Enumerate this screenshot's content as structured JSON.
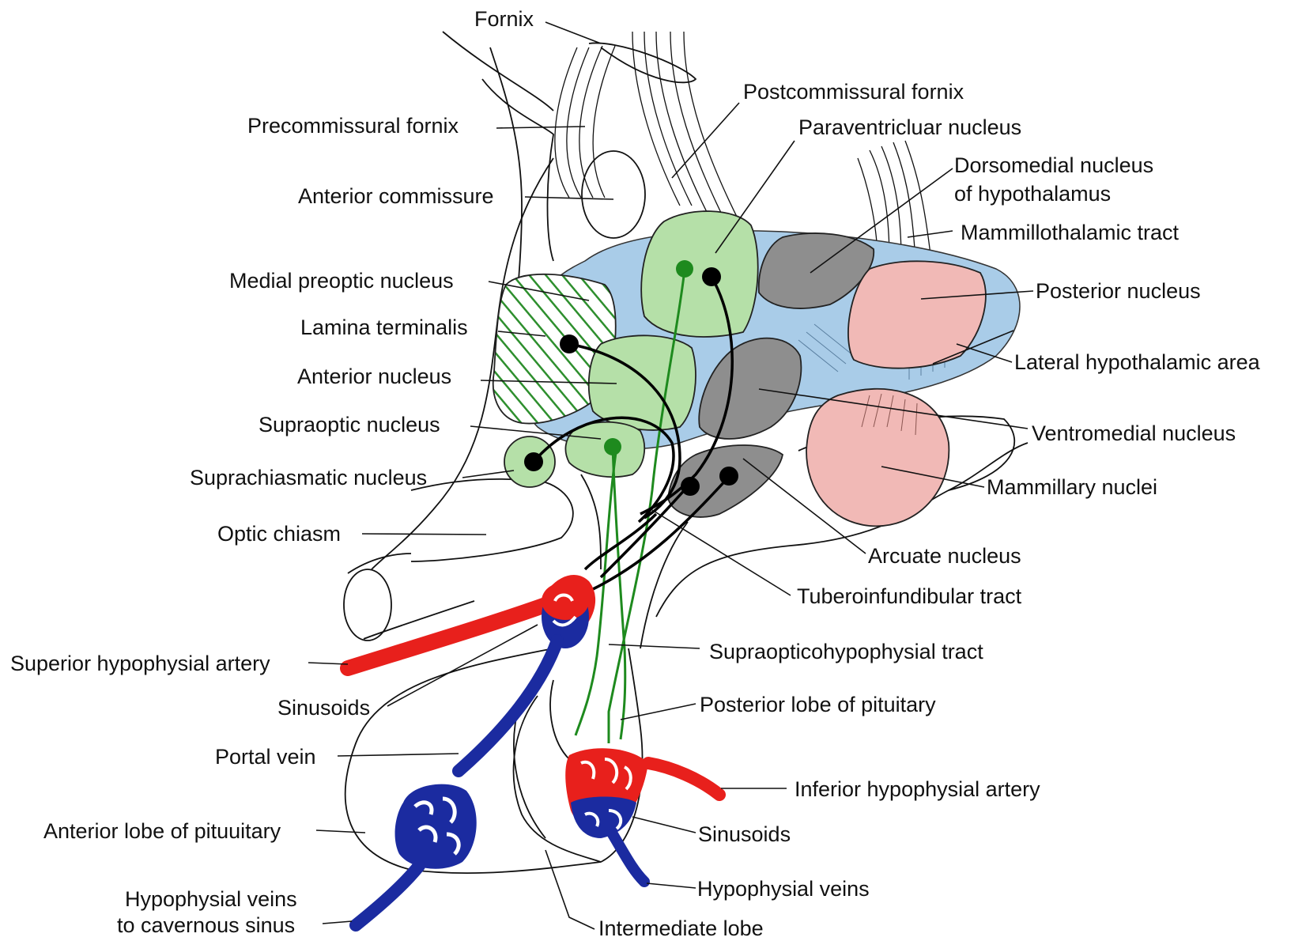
{
  "colors": {
    "lateral_area": "#a9cce8",
    "green_nucleus": "#b5e0a8",
    "dark_nucleus": "#8e8e8e",
    "pink_nucleus": "#f1b9b6",
    "artery": "#e8201c",
    "vein": "#1b2ba0",
    "neuron_green": "#1e8a1e",
    "neuron_black": "#000000"
  },
  "labels": {
    "fornix": "Fornix",
    "postcommissural_fornix": "Postcommissural fornix",
    "precommissural_fornix": "Precommissural fornix",
    "paraventricular_nucleus": "Paraventricluar nucleus",
    "dorsomedial_nucleus_line1": "Dorsomedial nucleus",
    "dorsomedial_nucleus_line2": "of hypothalamus",
    "anterior_commissure": "Anterior commissure",
    "mammillothalamic_tract": "Mammillothalamic tract",
    "medial_preoptic_nucleus": "Medial preoptic nucleus",
    "posterior_nucleus": "Posterior nucleus",
    "lamina_terminalis": "Lamina terminalis",
    "lateral_hypothalamic_area": "Lateral hypothalamic area",
    "anterior_nucleus": "Anterior nucleus",
    "supraoptic_nucleus": "Supraoptic nucleus",
    "ventromedial_nucleus": "Ventromedial nucleus",
    "suprachiasmatic_nucleus": "Suprachiasmatic nucleus",
    "mammillary_nuclei": "Mammillary nuclei",
    "optic_chiasm": "Optic chiasm",
    "arcuate_nucleus": "Arcuate nucleus",
    "tuberoinfundibular_tract": "Tuberoinfundibular tract",
    "superior_hypophysial_artery": "Superior hypophysial artery",
    "supraopticohypophysial_tract": "Supraopticohypophysial tract",
    "sinusoids_upper": "Sinusoids",
    "posterior_lobe": "Posterior lobe of pituitary",
    "portal_vein": "Portal vein",
    "inferior_hypophysial_artery": "Inferior hypophysial artery",
    "anterior_lobe": "Anterior lobe of pituuitary",
    "sinusoids_lower": "Sinusoids",
    "hypophysial_veins_left_line1": "Hypophysial veins",
    "hypophysial_veins_left_line2": "to cavernous sinus",
    "hypophysial_veins_right": "Hypophysial veins",
    "intermediate_lobe": "Intermediate lobe"
  }
}
